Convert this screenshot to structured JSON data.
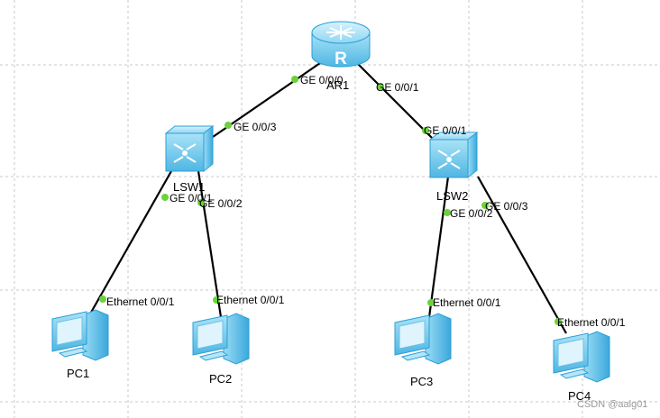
{
  "devices": {
    "router": {
      "name": "AR1",
      "icon": "router-icon",
      "glyph": "R"
    },
    "lsw1": {
      "name": "LSW1",
      "icon": "switch-icon"
    },
    "lsw2": {
      "name": "LSW2",
      "icon": "switch-icon"
    },
    "pc1": {
      "name": "PC1",
      "icon": "pc-icon"
    },
    "pc2": {
      "name": "PC2",
      "icon": "pc-icon"
    },
    "pc3": {
      "name": "PC3",
      "icon": "pc-icon"
    },
    "pc4": {
      "name": "PC4",
      "icon": "pc-icon"
    }
  },
  "links": [
    {
      "from": "AR1",
      "from_port": "GE 0/0/0",
      "to": "LSW1",
      "to_port": "GE 0/0/3"
    },
    {
      "from": "AR1",
      "from_port": "GE 0/0/1",
      "to": "LSW2",
      "to_port": "GE 0/0/1"
    },
    {
      "from": "LSW1",
      "from_port": "GE 0/0/1",
      "to": "PC1",
      "to_port": "Ethernet 0/0/1"
    },
    {
      "from": "LSW1",
      "from_port": "GE 0/0/2",
      "to": "PC2",
      "to_port": "Ethernet 0/0/1"
    },
    {
      "from": "LSW2",
      "from_port": "GE 0/0/2",
      "to": "PC3",
      "to_port": "Ethernet 0/0/1"
    },
    {
      "from": "LSW2",
      "from_port": "GE 0/0/3",
      "to": "PC4",
      "to_port": "Ethernet 0/0/1"
    }
  ],
  "watermark": "CSDN @aalg01",
  "colors": {
    "link": "#000000",
    "port_dot": "#6bd23b",
    "device_fill": "#8fd6f3",
    "device_dark": "#2c9fd6",
    "grid": "#c8c8c8"
  }
}
